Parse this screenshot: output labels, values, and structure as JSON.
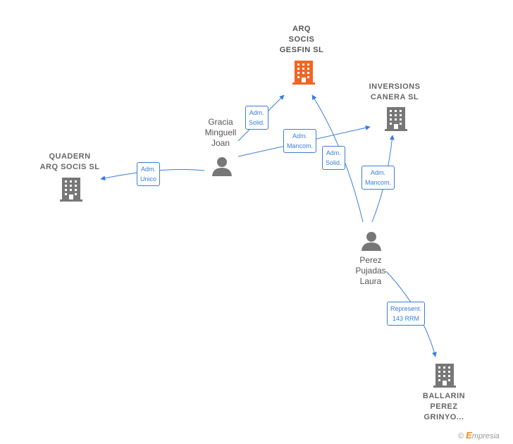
{
  "companies": {
    "arq_socis": {
      "lines": [
        "ARQ",
        "SOCIS",
        "GESFIN SL"
      ],
      "color": "#f26522"
    },
    "inversions": {
      "lines": [
        "INVERSIONS",
        "CANERA SL"
      ],
      "color": "#777777"
    },
    "quadern": {
      "lines": [
        "QUADERN",
        "ARQ SOCIS SL"
      ],
      "color": "#777777"
    },
    "ballarin": {
      "lines": [
        "BALLARIN",
        "PEREZ",
        "GRINYO..."
      ],
      "color": "#777777"
    }
  },
  "people": {
    "gracia": {
      "lines": [
        "Gracia",
        "Minguell",
        "Joan"
      ]
    },
    "perez": {
      "lines": [
        "Perez",
        "Pujadas",
        "Laura"
      ]
    }
  },
  "edges": {
    "e1": {
      "lines": [
        "Adm.",
        "Solid."
      ]
    },
    "e2": {
      "lines": [
        "Adm.",
        "Mancom."
      ]
    },
    "e3": {
      "lines": [
        "Adm.",
        "Unico"
      ]
    },
    "e4": {
      "lines": [
        "Adm.",
        "Solid."
      ]
    },
    "e5": {
      "lines": [
        "Adm.",
        "Mancom."
      ]
    },
    "e6": {
      "lines": [
        "Represent.",
        "143 RRM"
      ]
    }
  },
  "colors": {
    "edge": "#3b7dd8",
    "person": "#777777",
    "main_company": "#f26522"
  },
  "brand": {
    "symbol": "©",
    "name_first": "E",
    "name_rest": "mpresia"
  }
}
